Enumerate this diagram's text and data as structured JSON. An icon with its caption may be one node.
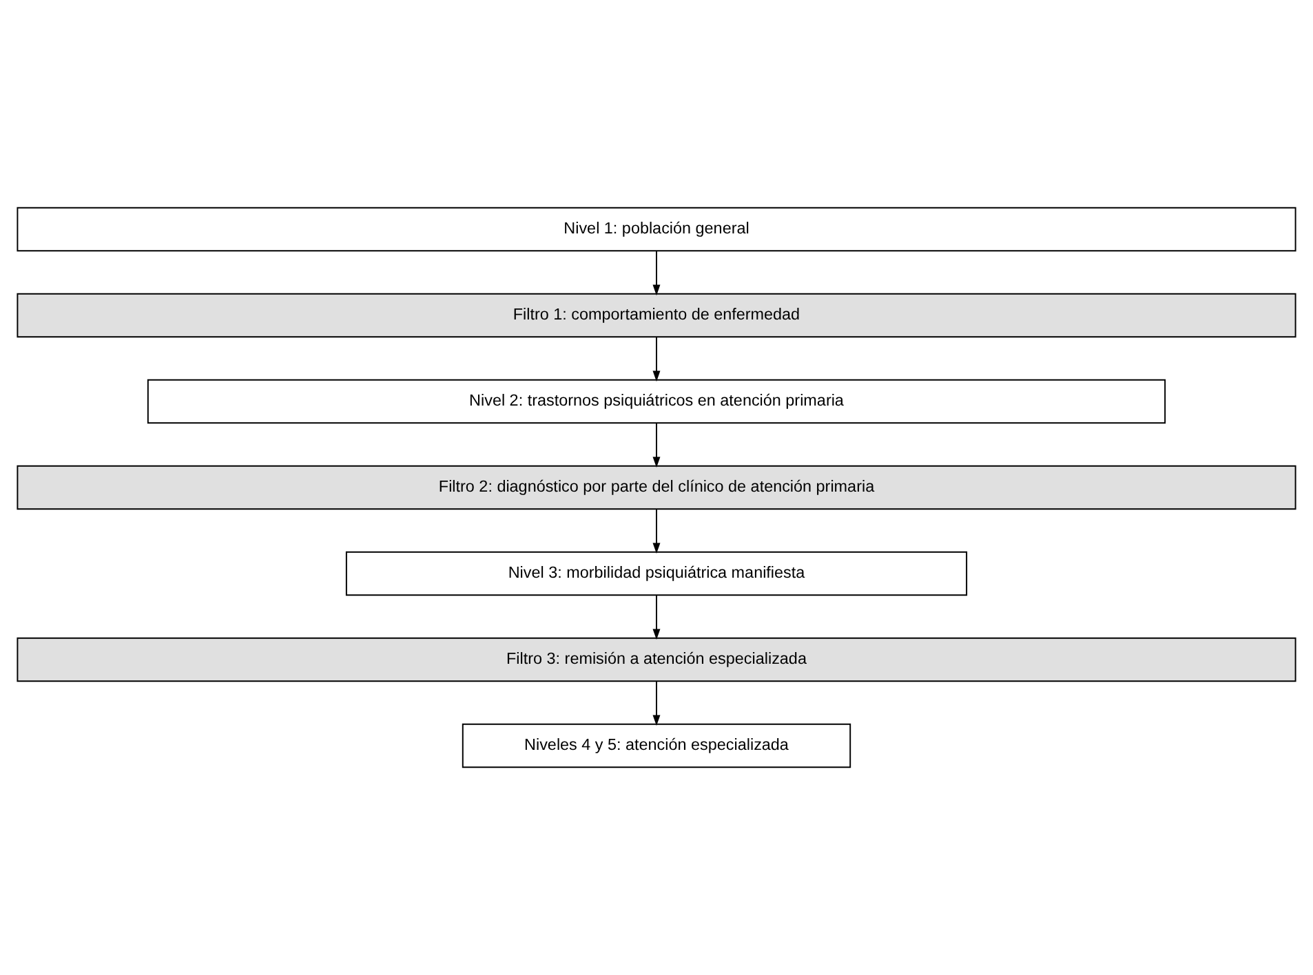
{
  "diagram": {
    "nodes": [
      {
        "text": [
          "Nivel 1: población general"
        ]
      },
      {
        "text": [
          "Filtro 1: comportamiento de enfermedad"
        ]
      },
      {
        "text": [
          "Nivel 2: trastornos psiquiátricos en atención primaria"
        ]
      },
      {
        "text": [
          "Filtro 2: diagnóstico por parte del clínico de atención primaria"
        ]
      },
      {
        "text": [
          "Nivel 3: morbilidad psiquiátrica manifiesta"
        ]
      },
      {
        "text": [
          "Filtro 3: remisión a atención especializada"
        ]
      },
      {
        "text": [
          "Niveles 4 y 5: atención especializada"
        ]
      }
    ],
    "edges": [
      {
        "from": 0,
        "to": 1,
        "arrow": "to"
      },
      {
        "from": 1,
        "to": 2,
        "arrow": "to"
      },
      {
        "from": 2,
        "to": 3,
        "arrow": "to"
      },
      {
        "from": 3,
        "to": 4,
        "arrow": "to"
      },
      {
        "from": 4,
        "to": 5,
        "arrow": "to"
      },
      {
        "from": 5,
        "to": 6,
        "arrow": "to"
      }
    ]
  }
}
